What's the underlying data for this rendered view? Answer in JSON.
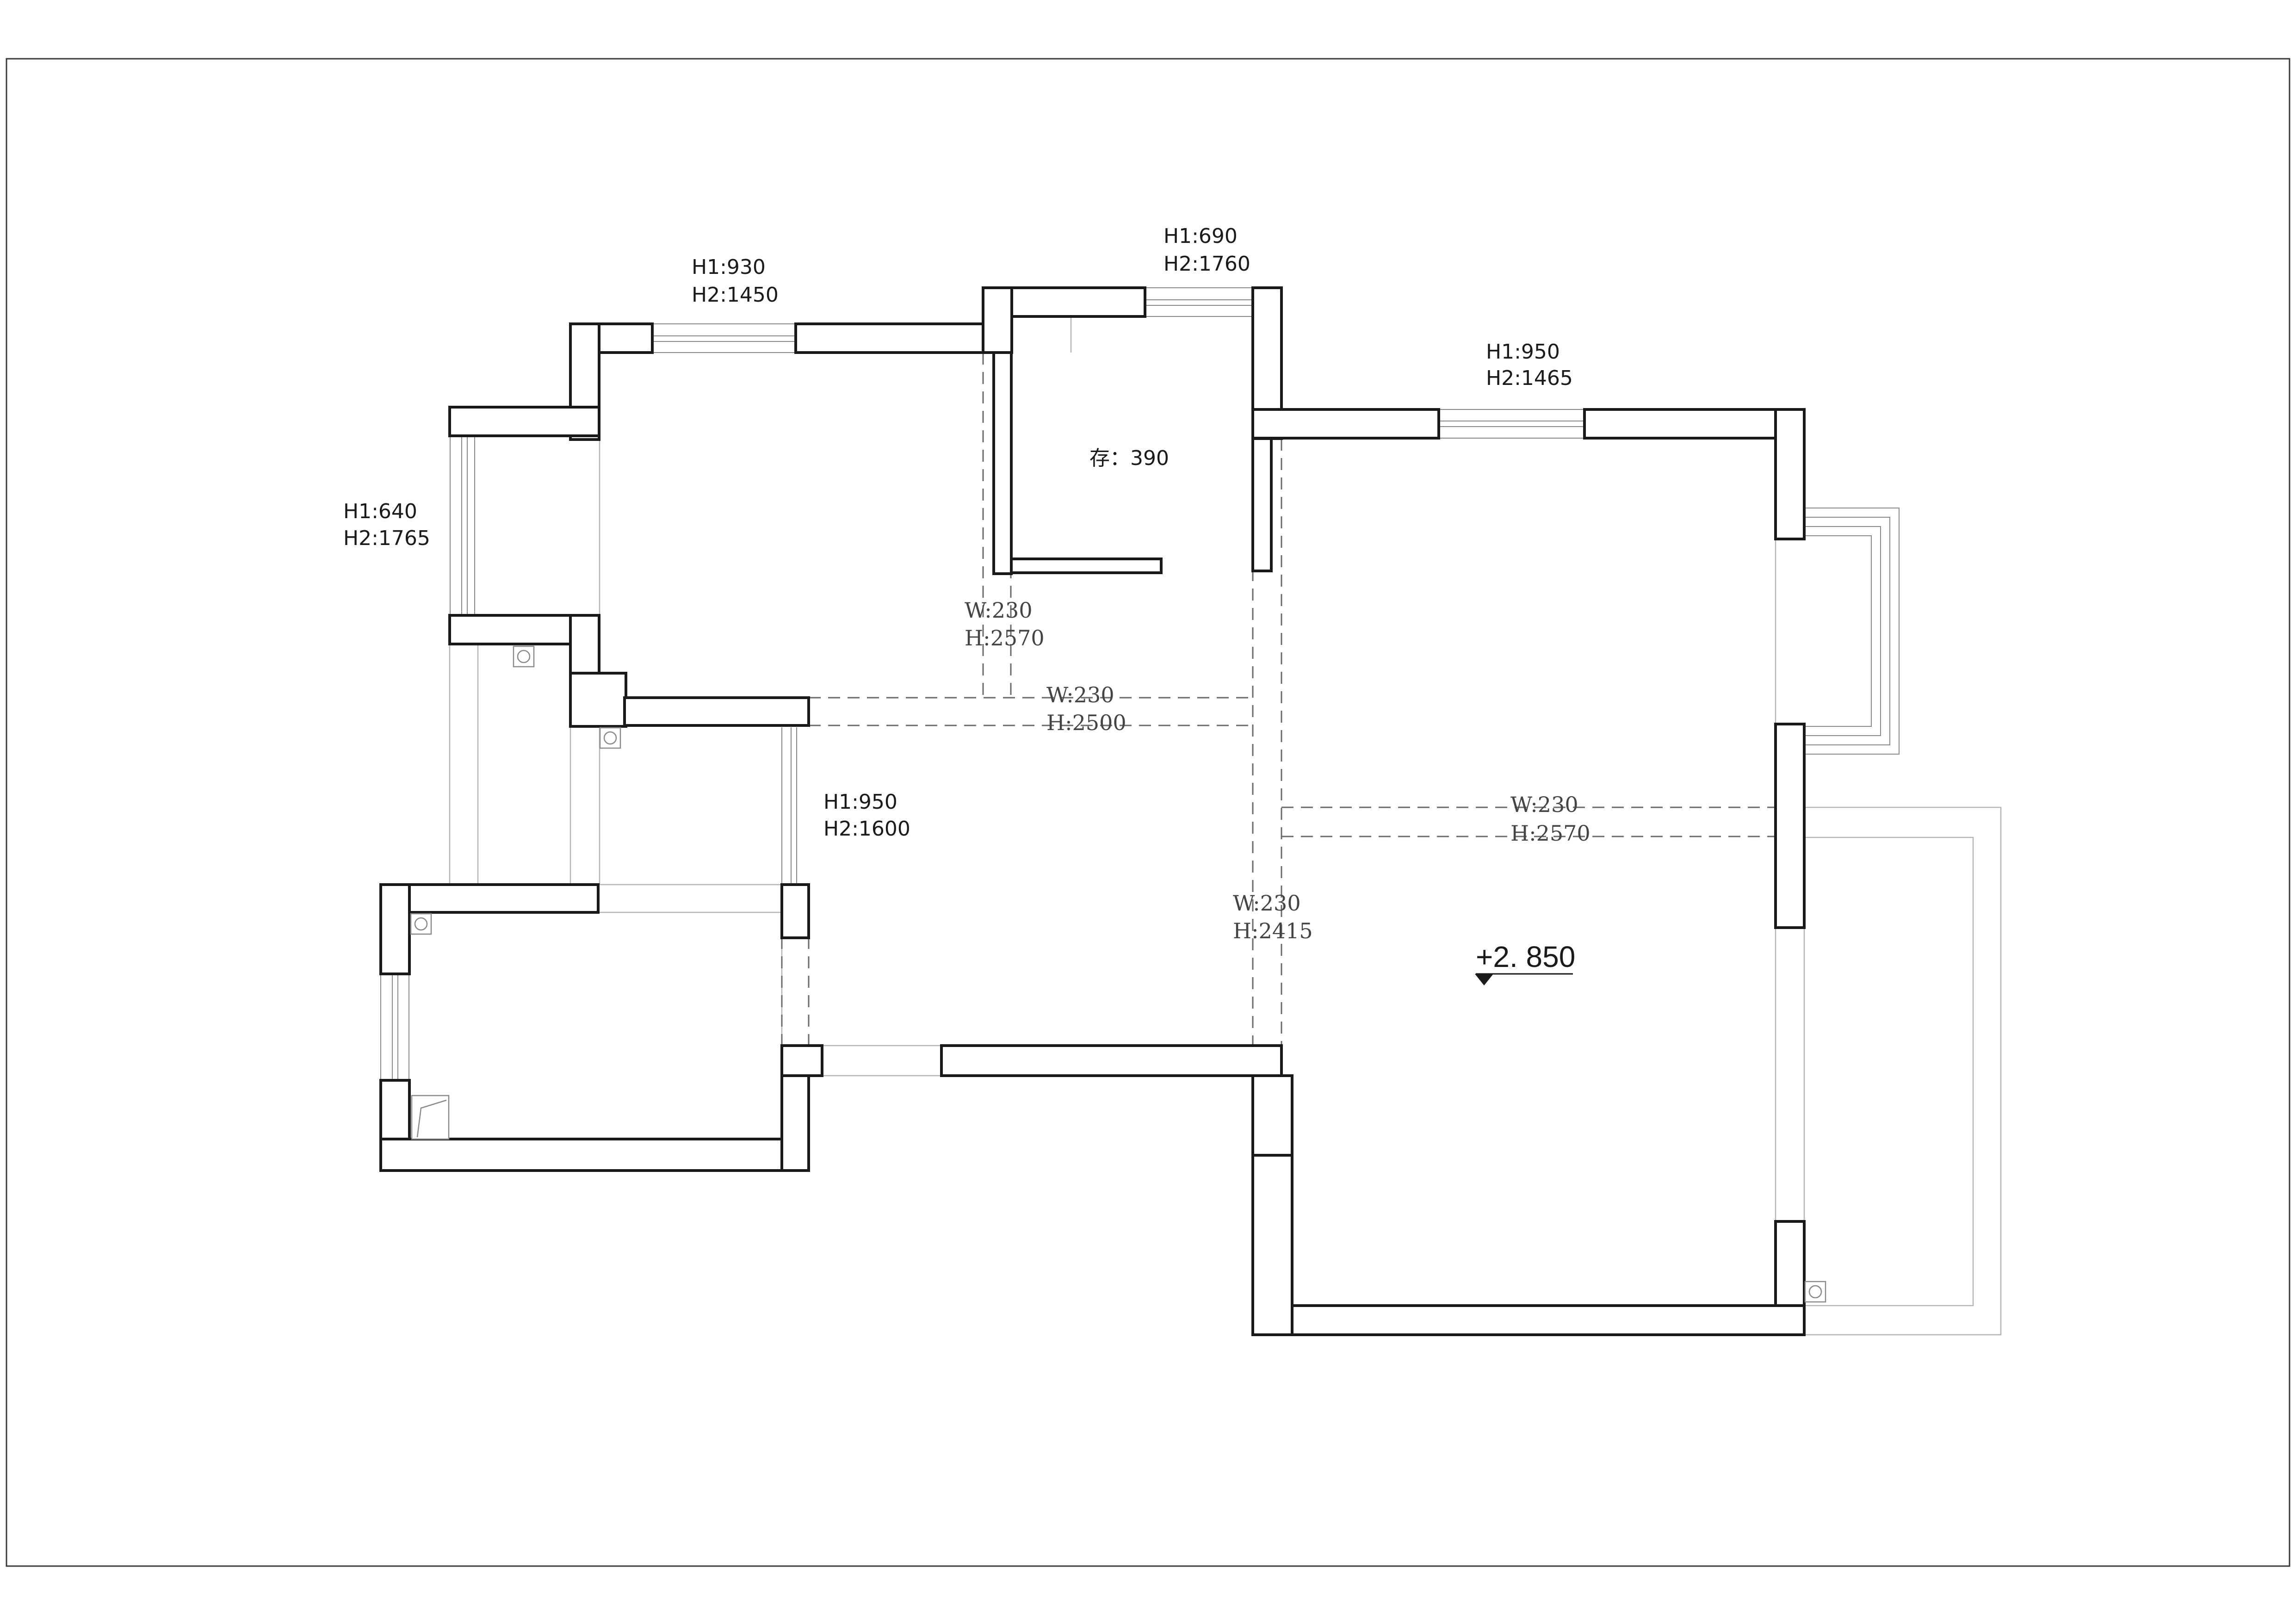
{
  "window_labels": [
    {
      "h1": "H1:930",
      "h2": "H2:1450"
    },
    {
      "h1": "H1:690",
      "h2": "H2:1760"
    },
    {
      "h1": "H1:950",
      "h2": "H2:1465"
    },
    {
      "h1": "H1:640",
      "h2": "H2:1765"
    },
    {
      "h1": "H1:950",
      "h2": "H2:1600"
    }
  ],
  "storage_label": "存：390",
  "beam_labels": [
    {
      "w": "W:230",
      "h": "H:2570"
    },
    {
      "w": "W:230",
      "h": "H:2500"
    },
    {
      "w": "W:230",
      "h": "H:2570"
    },
    {
      "w": "W:230",
      "h": "H:2415"
    }
  ],
  "elevation": "+2. 850"
}
